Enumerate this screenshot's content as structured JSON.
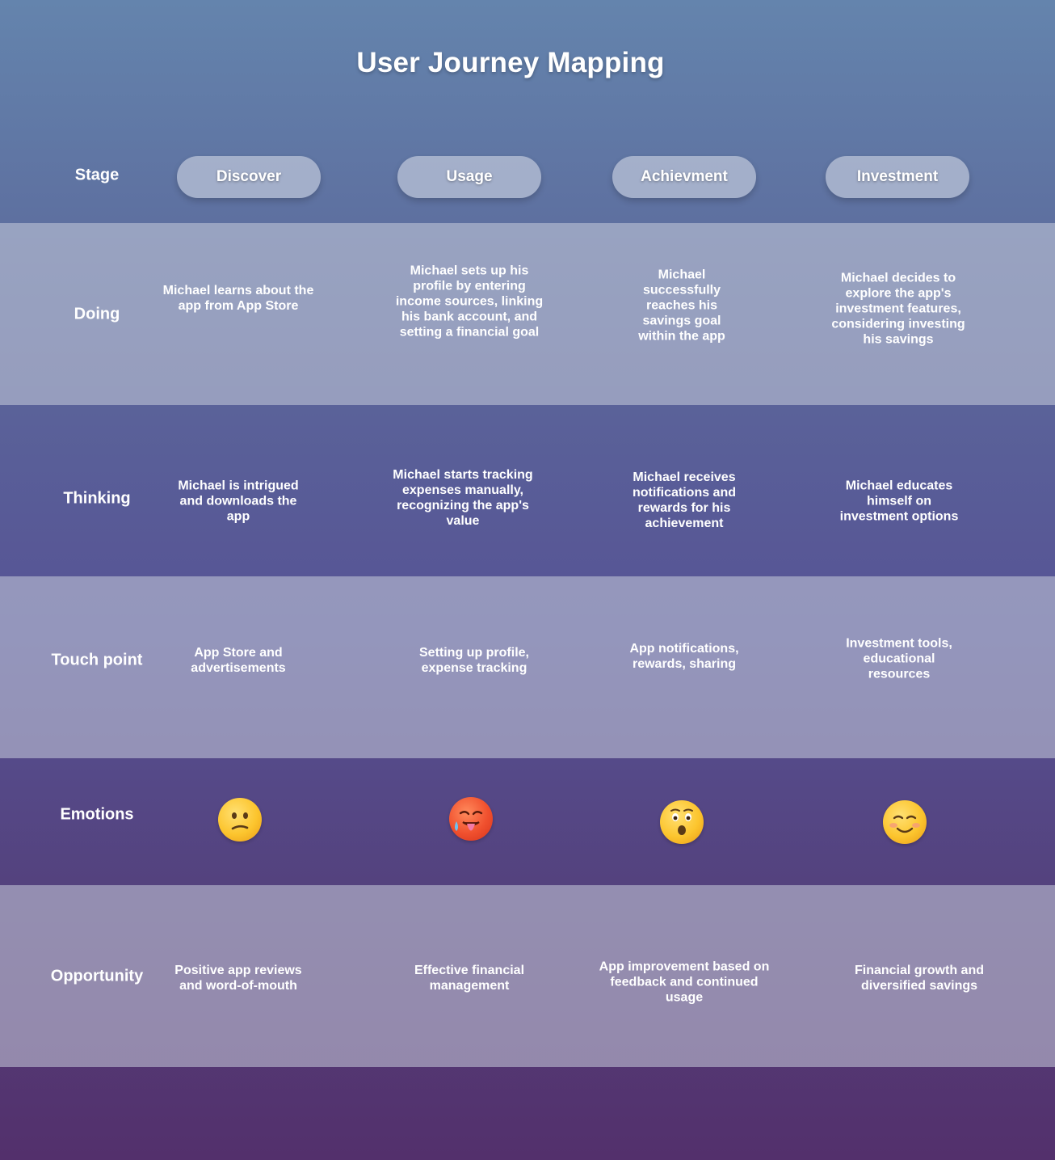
{
  "title": "User Journey Mapping",
  "stage_label": "Stage",
  "stages": [
    "Discover",
    "Usage",
    "Achievment",
    "Investment"
  ],
  "rows": {
    "doing": {
      "label": "Doing",
      "cells": [
        "Michael learns about the app from App Store",
        "Michael sets up his profile by entering income sources, linking his bank account, and setting a financial goal",
        "Michael successfully reaches his savings goal within the app",
        "Michael decides to explore the app's investment features, considering investing his savings"
      ]
    },
    "thinking": {
      "label": "Thinking",
      "cells": [
        "Michael is intrigued and downloads the app",
        "Michael starts tracking expenses manually, recognizing the app's value",
        "Michael receives notifications and rewards for his achievement",
        "Michael educates himself on investment options"
      ]
    },
    "touch_point": {
      "label": "Touch point",
      "cells": [
        "App Store and advertisements",
        "Setting up profile, expense tracking",
        "App notifications, rewards, sharing",
        "Investment tools, educational resources"
      ]
    },
    "emotions": {
      "label": "Emotions",
      "icons": [
        "confused-face-icon",
        "hot-face-icon",
        "astonished-face-icon",
        "smiling-face-icon"
      ]
    },
    "opportunity": {
      "label": "Opportunity",
      "cells": [
        "Positive app reviews and word-of-mouth",
        "Effective financial management",
        "App improvement based on feedback and continued usage",
        "Financial growth and diversified savings"
      ]
    }
  }
}
